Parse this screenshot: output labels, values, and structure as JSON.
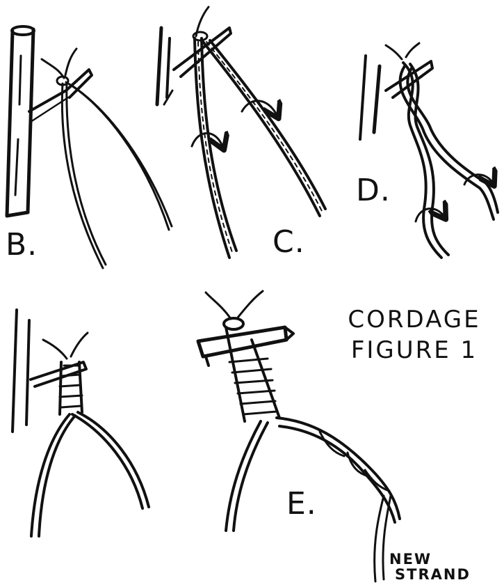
{
  "title": {
    "line1": "CORDAGE",
    "line2": "FIGURE 1"
  },
  "panels": [
    {
      "id": "B",
      "label": "B."
    },
    {
      "id": "C",
      "label": "C."
    },
    {
      "id": "D",
      "label": "D."
    },
    {
      "id": "E-simple",
      "label": ""
    },
    {
      "id": "E",
      "label": "E."
    }
  ],
  "annotation": {
    "line1": "NEW",
    "line2": "STRAND"
  },
  "colors": {
    "ink": "#111111",
    "paper": "#ffffff"
  }
}
